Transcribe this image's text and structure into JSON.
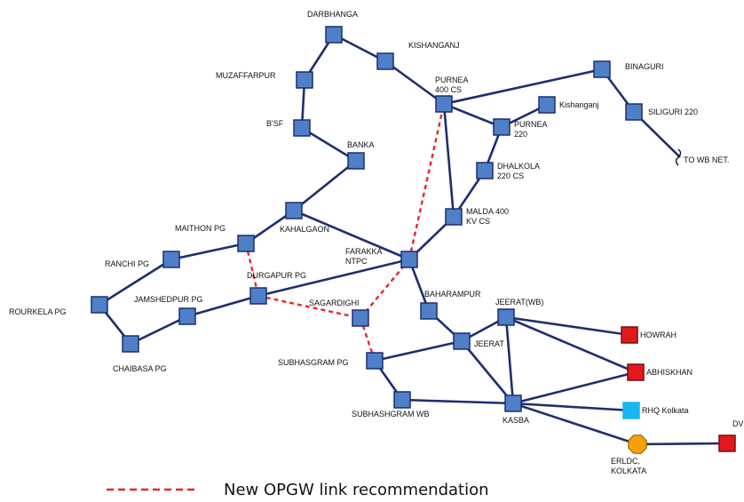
{
  "colors": {
    "link": "#1f2e6e",
    "new_link": "#e8262a",
    "node_fill": "#4f7fc7",
    "node_stroke": "#1f2e6e",
    "external_node": "#e3181e",
    "rhq_node": "#19b6f0",
    "erldc_node": "#f5a00a"
  },
  "nodes": [
    {
      "id": "darbhanga",
      "label": [
        "DARBHANGA"
      ]
    },
    {
      "id": "kishanganj_top",
      "label": [
        "KISHANGANJ"
      ]
    },
    {
      "id": "muzaffarpur",
      "label": [
        "MUZAFFARPUR"
      ]
    },
    {
      "id": "purnea400",
      "label": [
        "PURNEA",
        "400 CS"
      ]
    },
    {
      "id": "binaguri",
      "label": [
        "BINAGURI"
      ]
    },
    {
      "id": "kishanganj",
      "label": [
        "Kishanganj"
      ]
    },
    {
      "id": "siliguri",
      "label": [
        "SILIGURI 220"
      ]
    },
    {
      "id": "purnea220",
      "label": [
        "PURNEA",
        "220"
      ]
    },
    {
      "id": "bsf",
      "label": [
        "B'SF"
      ]
    },
    {
      "id": "banka",
      "label": [
        "BANKA"
      ]
    },
    {
      "id": "dhalkola",
      "label": [
        "DHALKOLA",
        "220 CS"
      ]
    },
    {
      "id": "kahalgaon",
      "label": [
        "KAHALGAON"
      ]
    },
    {
      "id": "malda",
      "label": [
        "MALDA 400",
        "KV CS"
      ]
    },
    {
      "id": "maithon",
      "label": [
        "MAITHON PG"
      ]
    },
    {
      "id": "ranchi",
      "label": [
        "RANCHI PG"
      ]
    },
    {
      "id": "farakka",
      "label": [
        "FARAKKA",
        "NTPC"
      ]
    },
    {
      "id": "durgapur",
      "label": [
        "DURGAPUR PG"
      ]
    },
    {
      "id": "jamshedpur",
      "label": [
        "JAMSHEDPUR PG"
      ]
    },
    {
      "id": "sagardighi",
      "label": [
        "SAGARDIGHI"
      ]
    },
    {
      "id": "baharampur",
      "label": [
        "BAHARAMPUR"
      ]
    },
    {
      "id": "jeerat_wb",
      "label": [
        "JEERAT(WB)"
      ]
    },
    {
      "id": "rourkela",
      "label": [
        "ROURKELA PG"
      ]
    },
    {
      "id": "chaibasa",
      "label": [
        "CHAIBASA PG"
      ]
    },
    {
      "id": "jeerat",
      "label": [
        "JEERAT"
      ]
    },
    {
      "id": "subhasgram_pg",
      "label": [
        "SUBHASGRAM  PG"
      ]
    },
    {
      "id": "howrah",
      "label": [
        "HOWRAH"
      ]
    },
    {
      "id": "abhiskhan",
      "label": [
        "ABHISKHAN"
      ]
    },
    {
      "id": "subhashgram_wb",
      "label": [
        "SUBHASHGRAM  WB"
      ]
    },
    {
      "id": "kasba",
      "label": [
        "KASBA"
      ]
    },
    {
      "id": "rhq",
      "label": [
        "RHQ Kolkata"
      ]
    },
    {
      "id": "erldc",
      "label": [
        "ERLDC,",
        "KOLKATA"
      ]
    },
    {
      "id": "dv",
      "label": [
        "DV"
      ]
    }
  ],
  "links": [
    [
      "darbhanga",
      "kishanganj_top"
    ],
    [
      "darbhanga",
      "muzaffarpur"
    ],
    [
      "muzaffarpur",
      "bsf"
    ],
    [
      "bsf",
      "banka"
    ],
    [
      "banka",
      "kahalgaon"
    ],
    [
      "kahalgaon",
      "maithon"
    ],
    [
      "kahalgaon",
      "farakka"
    ],
    [
      "maithon",
      "ranchi"
    ],
    [
      "ranchi",
      "rourkela"
    ],
    [
      "rourkela",
      "chaibasa"
    ],
    [
      "chaibasa",
      "jamshedpur"
    ],
    [
      "jamshedpur",
      "durgapur"
    ],
    [
      "durgapur",
      "farakka"
    ],
    [
      "kishanganj_top",
      "purnea400"
    ],
    [
      "purnea400",
      "binaguri"
    ],
    [
      "purnea400",
      "purnea220"
    ],
    [
      "purnea400",
      "malda"
    ],
    [
      "purnea220",
      "kishanganj"
    ],
    [
      "purnea220",
      "dhalkola"
    ],
    [
      "dhalkola",
      "malda"
    ],
    [
      "malda",
      "farakka"
    ],
    [
      "binaguri",
      "siliguri"
    ],
    [
      "siliguri",
      "to_wb_net"
    ],
    [
      "farakka",
      "baharampur"
    ],
    [
      "baharampur",
      "jeerat"
    ],
    [
      "jeerat",
      "jeerat_wb"
    ],
    [
      "jeerat",
      "subhasgram_pg"
    ],
    [
      "jeerat",
      "kasba"
    ],
    [
      "jeerat_wb",
      "howrah"
    ],
    [
      "jeerat_wb",
      "abhiskhan"
    ],
    [
      "jeerat_wb",
      "kasba"
    ],
    [
      "subhasgram_pg",
      "subhashgram_wb"
    ],
    [
      "subhashgram_wb",
      "kasba"
    ],
    [
      "kasba",
      "abhiskhan"
    ],
    [
      "kasba",
      "rhq"
    ],
    [
      "kasba",
      "erldc"
    ],
    [
      "erldc",
      "dv"
    ]
  ],
  "new_links": [
    [
      "maithon",
      "durgapur"
    ],
    [
      "durgapur",
      "sagardighi"
    ],
    [
      "sagardighi",
      "farakka"
    ],
    [
      "sagardighi",
      "subhasgram_pg"
    ],
    [
      "farakka",
      "purnea400"
    ]
  ],
  "wb_net_label": "TO WB NET.",
  "legend": {
    "text": "New OPGW link recommendation"
  }
}
